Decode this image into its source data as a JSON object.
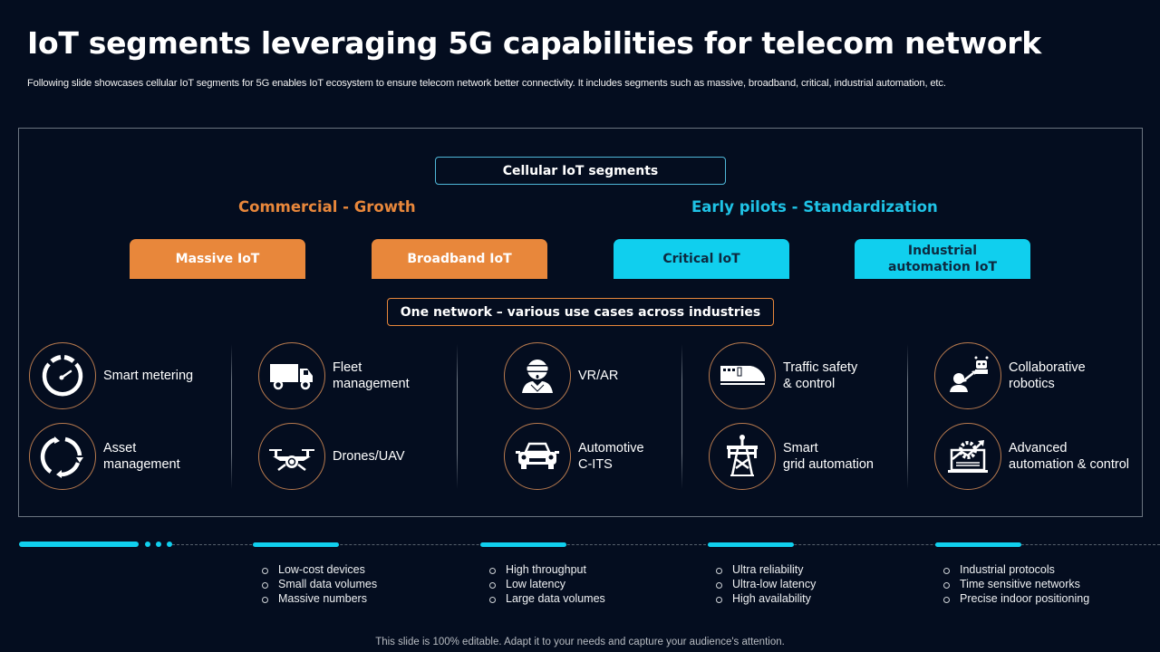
{
  "header": {
    "title": "IoT segments leveraging 5G capabilities for telecom network",
    "subtitle": "Following slide showcases cellular IoT segments for 5G enables IoT ecosystem to ensure telecom network better connectivity.  It includes segments such as massive, broadband, critical, industrial automation, etc."
  },
  "diagram": {
    "root_label": "Cellular IoT segments",
    "groups": [
      {
        "label": "Commercial - Growth",
        "color": "#e8873b"
      },
      {
        "label": "Early pilots - Standardization",
        "color": "#1fc3e6"
      }
    ],
    "segments": [
      {
        "label": "Massive IoT",
        "color": "#e8873b"
      },
      {
        "label": "Broadband IoT",
        "color": "#e8873b"
      },
      {
        "label": "Critical IoT",
        "color": "#10cfee"
      },
      {
        "label": "Industrial\nautomation IoT",
        "color": "#10cfee"
      }
    ],
    "network_label": "One network – various use cases across industries",
    "use_cases": [
      {
        "label": "Smart metering",
        "icon": "speedometer-icon"
      },
      {
        "label": "Asset\nmanagement",
        "icon": "refresh-cycle-icon"
      },
      {
        "label": "Fleet\nmanagement",
        "icon": "truck-icon"
      },
      {
        "label": "Drones/UAV",
        "icon": "drone-icon"
      },
      {
        "label": "VR/AR",
        "icon": "vr-headset-icon"
      },
      {
        "label": "Automotive\nC-ITS",
        "icon": "car-icon"
      },
      {
        "label": "Traffic safety\n& control",
        "icon": "train-icon"
      },
      {
        "label": "Smart\ngrid automation",
        "icon": "power-tower-icon"
      },
      {
        "label": "Collaborative\nrobotics",
        "icon": "human-robot-icon"
      },
      {
        "label": "Advanced\nautomation & control",
        "icon": "laptop-gear-chart-icon"
      }
    ]
  },
  "characteristics": [
    {
      "segment": "Massive IoT",
      "items": [
        "Low-cost devices",
        "Small data volumes",
        "Massive numbers"
      ]
    },
    {
      "segment": "Broadband IoT",
      "items": [
        "High throughput",
        "Low latency",
        "Large data volumes"
      ]
    },
    {
      "segment": "Critical IoT",
      "items": [
        "Ultra reliability",
        "Ultra-low latency",
        "High availability"
      ]
    },
    {
      "segment": "Industrial automation IoT",
      "items": [
        "Industrial protocols",
        "Time sensitive networks",
        "Precise indoor positioning"
      ]
    }
  ],
  "footer": "This slide is 100% editable. Adapt it to your needs and capture your audience's attention.",
  "colors": {
    "background": "#040d1f",
    "accent_orange": "#e8873b",
    "accent_cyan": "#10cfee",
    "frame": "#6b7480"
  }
}
